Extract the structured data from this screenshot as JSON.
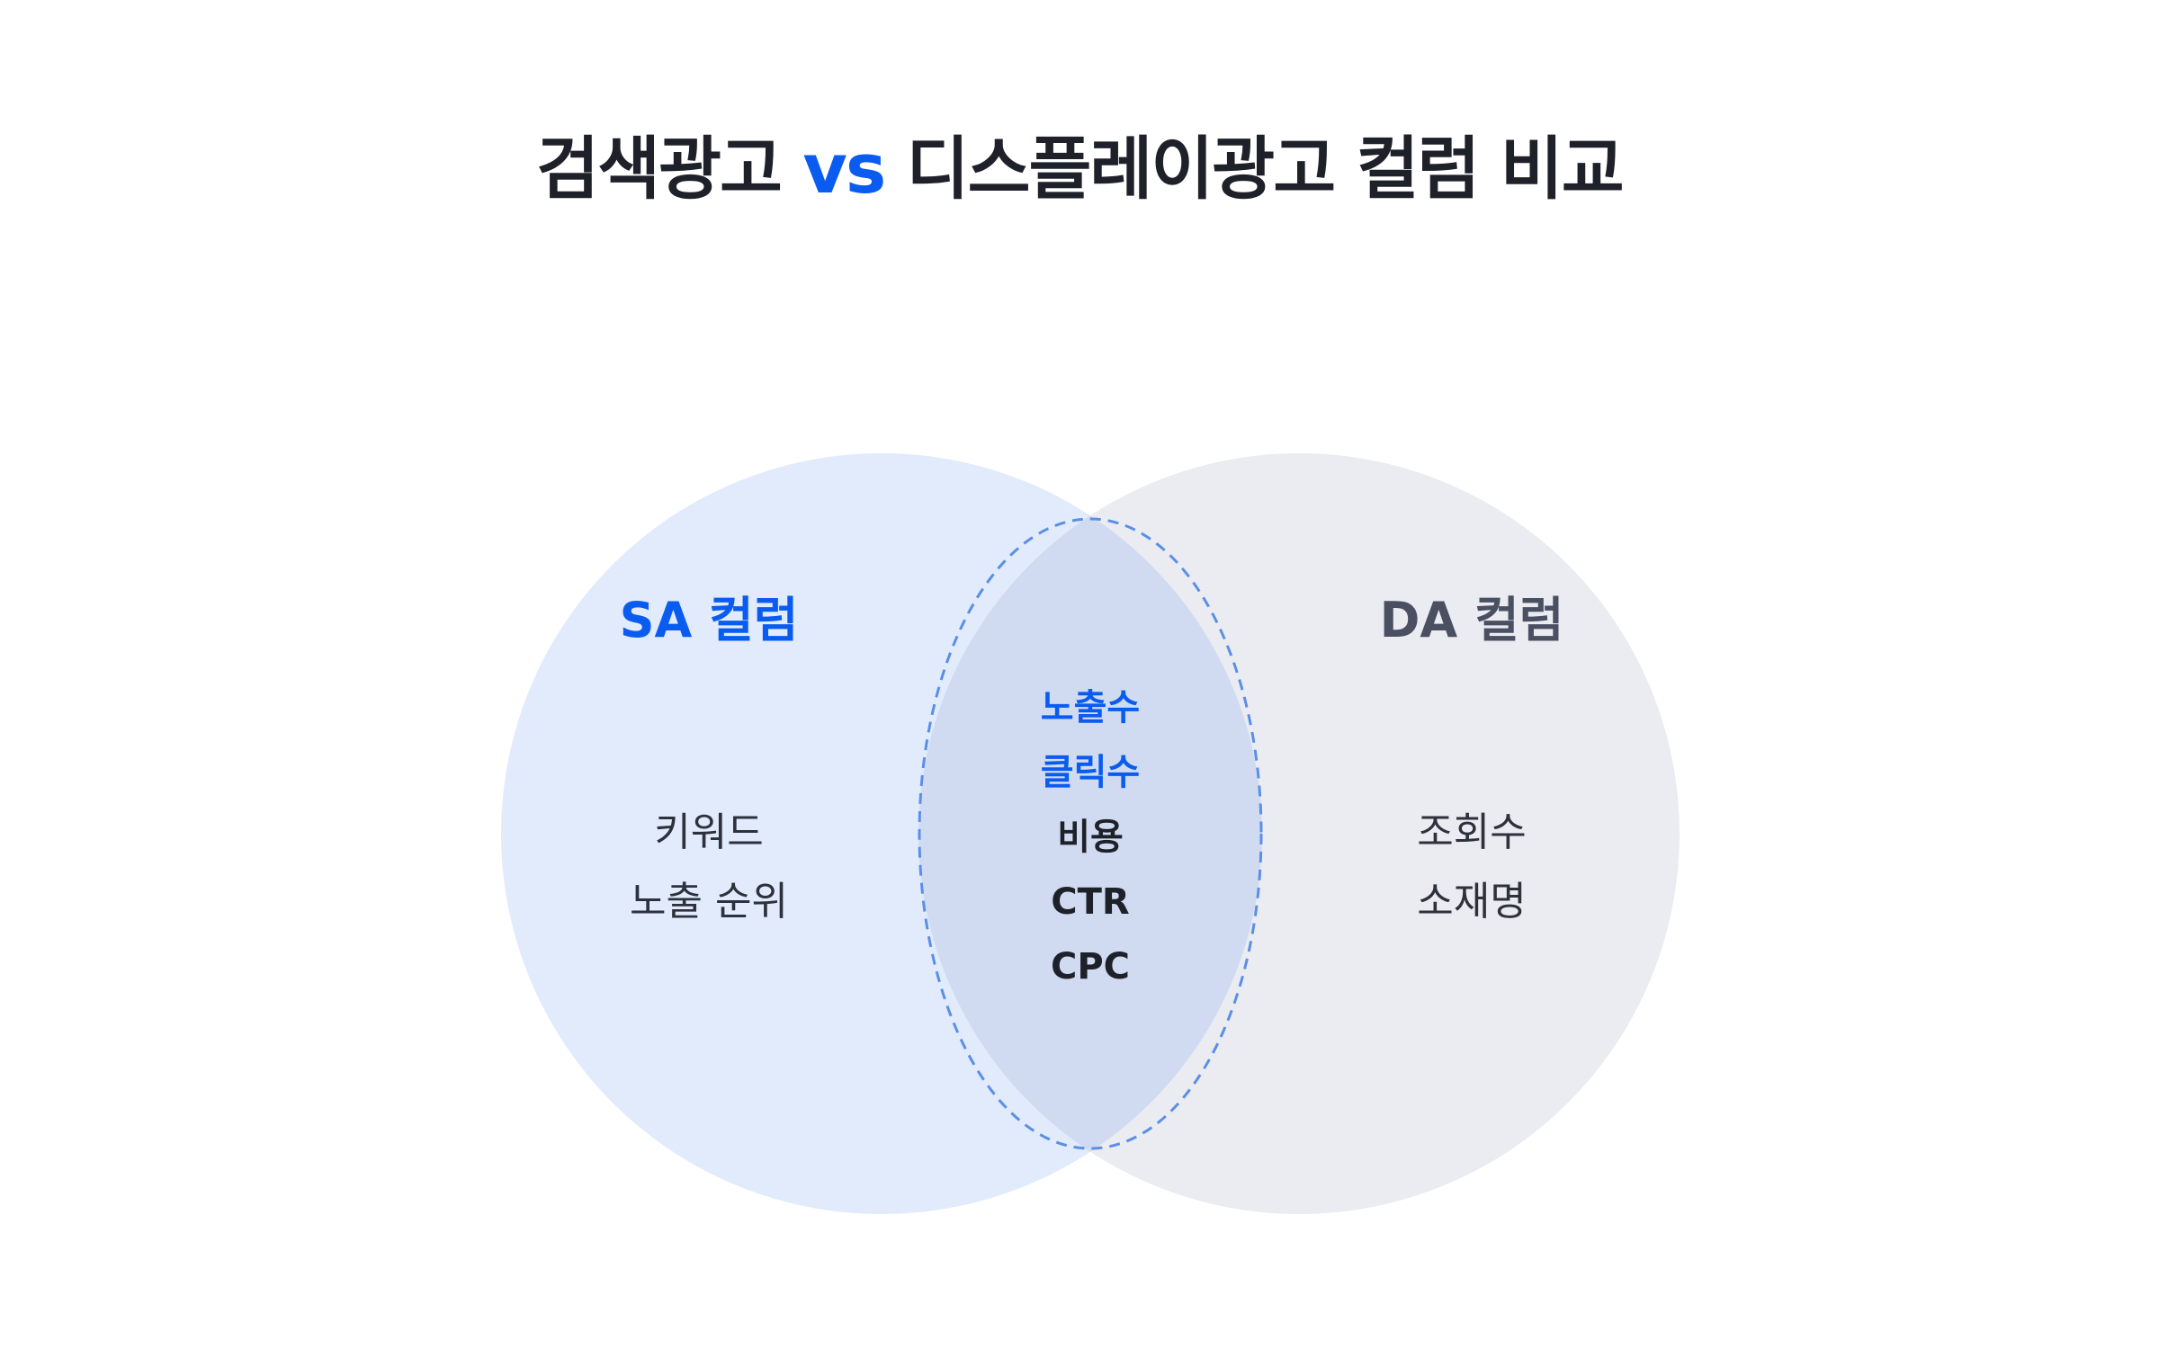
{
  "title": {
    "part1": "검색광고",
    "vs": "vs",
    "part2": "디스플레이광고 컬럼 비교"
  },
  "venn": {
    "left": {
      "label": "SA 컬럼",
      "items": [
        "키워드",
        "노출 순위"
      ]
    },
    "right": {
      "label": "DA 컬럼",
      "items": [
        "조회수",
        "소재명"
      ]
    },
    "overlap": {
      "highlighted": [
        "노출수",
        "클릭수"
      ],
      "items": [
        "비용",
        "CTR",
        "CPC"
      ]
    }
  },
  "colors": {
    "sa_fill": "#e1ebfc",
    "da_fill": "#ebecf1",
    "overlap_fill": "#d0dbf1",
    "accent": "#0a5cf0",
    "dashed_border": "#5b8fe6",
    "da_label": "#4a5062",
    "text_dark": "#2d313c",
    "text_black": "#1e2129"
  }
}
